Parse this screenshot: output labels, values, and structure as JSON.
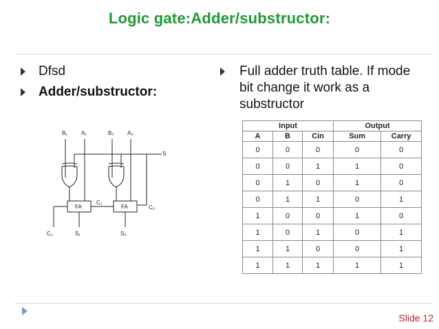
{
  "title": "Logic gate:Adder/substructor:",
  "left_bullets": [
    "Dfsd",
    "Adder/substructor:"
  ],
  "right_bullet": "Full adder truth table. If mode bit change it work as a substructor",
  "circuit": {
    "inputs": [
      "B₁",
      "A₁",
      "B₀",
      "A₀"
    ],
    "mode": "S",
    "blocks": [
      "FA",
      "FA"
    ],
    "carries": [
      "C₁",
      "C₀",
      "C₂"
    ],
    "outputs": [
      "S₁",
      "S₀"
    ]
  },
  "truth_table": {
    "groups": [
      "Input",
      "Output"
    ],
    "columns": [
      "A",
      "B",
      "Cin",
      "Sum",
      "Carry"
    ],
    "rows": [
      [
        "0",
        "0",
        "0",
        "0",
        "0"
      ],
      [
        "0",
        "0",
        "1",
        "1",
        "0"
      ],
      [
        "0",
        "1",
        "0",
        "1",
        "0"
      ],
      [
        "0",
        "1",
        "1",
        "0",
        "1"
      ],
      [
        "1",
        "0",
        "0",
        "1",
        "0"
      ],
      [
        "1",
        "0",
        "1",
        "0",
        "1"
      ],
      [
        "1",
        "1",
        "0",
        "0",
        "1"
      ],
      [
        "1",
        "1",
        "1",
        "1",
        "1"
      ]
    ]
  },
  "slide_label": "Slide 12"
}
